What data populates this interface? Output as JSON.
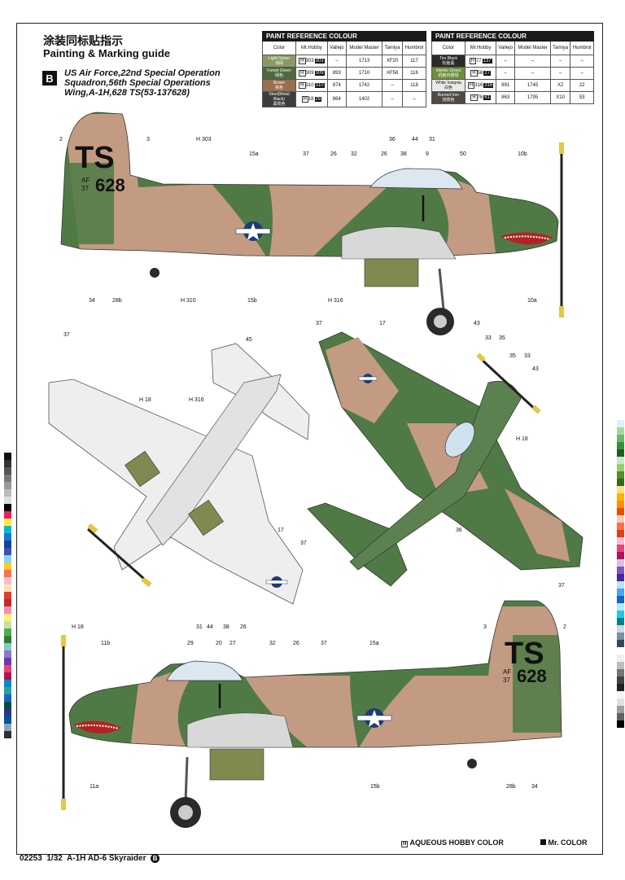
{
  "header": {
    "title_cn": "涂装同标贴指示",
    "title_en": "Painting & Marking guide",
    "scheme_badge": "B",
    "scheme_lines": [
      "US Air Force,22nd Special Operation",
      "Squadron,56th Special Operations",
      "Wing,A-1H,628 TS(53-137628)"
    ]
  },
  "paint_table_left": {
    "caption": "PAINT REFERENCE COLOUR",
    "columns": [
      "Color",
      "Mr.Hobby",
      "Vallejo",
      "Model Master",
      "Tamiya",
      "Humbrol"
    ],
    "rows": [
      {
        "color": "Light Green",
        "color_cn": "浅绿",
        "swatch": "#8a9a63",
        "h": "303",
        "c": "303",
        "vallejo": "–",
        "mm": "1713",
        "tamiya": "XF20",
        "humbrol": "117"
      },
      {
        "color": "Forest Green",
        "color_cn": "绿色",
        "swatch": "#4f6b3e",
        "h": "309",
        "c": "309",
        "vallejo": "893",
        "mm": "1710",
        "tamiya": "XF58",
        "humbrol": "116"
      },
      {
        "color": "Brown",
        "color_cn": "棕色",
        "swatch": "#9a6e4f",
        "h": "310",
        "c": "310",
        "vallejo": "874",
        "mm": "1742",
        "tamiya": "–",
        "humbrol": "118"
      },
      {
        "color": "Steel(Metal Black)",
        "color_cn": "黑铁色",
        "swatch": "#3d3d3d",
        "h": "18",
        "c": "28",
        "vallejo": "864",
        "mm": "1402",
        "tamiya": "–",
        "humbrol": "–"
      }
    ]
  },
  "paint_table_right": {
    "caption": "PAINT REFERENCE COLOUR",
    "columns": [
      "Color",
      "Mr.Hobby",
      "Vallejo",
      "Model Master",
      "Tamiya",
      "Humbrol"
    ],
    "rows": [
      {
        "color": "Tire Black",
        "color_cn": "轮胎黑",
        "swatch": "#2a2a2a",
        "h": "77",
        "c": "137",
        "vallejo": "–",
        "mm": "–",
        "tamiya": "–",
        "humbrol": "–"
      },
      {
        "color": "Interior Green",
        "color_cn": "机舱内部绿",
        "swatch": "#6f8f3c",
        "h": "58",
        "c": "27",
        "vallejo": "–",
        "mm": "–",
        "tamiya": "–",
        "humbrol": "–"
      },
      {
        "color": "White Insignia",
        "color_cn": "白色",
        "swatch": "#e9e9e9",
        "h": "316",
        "c": "316",
        "vallejo": "991",
        "mm": "1745",
        "tamiya": "X2",
        "humbrol": "22"
      },
      {
        "color": "Burned Iron",
        "color_cn": "烧铁色",
        "swatch": "#4f4a44",
        "h": "76",
        "c": "61",
        "vallejo": "863",
        "mm": "1795",
        "tamiya": "X10",
        "humbrol": "53"
      }
    ]
  },
  "callouts": {
    "top": [
      "2",
      "3",
      "H 303",
      "15a",
      "37",
      "26",
      "32",
      "26",
      "38",
      "36",
      "44",
      "31",
      "9",
      "50",
      "10b",
      "34",
      "28b",
      "15b",
      "10a",
      "H 316",
      "H 310"
    ],
    "underside": [
      "37",
      "45",
      "17",
      "37",
      "H 18",
      "H 316"
    ],
    "topview": [
      "37",
      "17",
      "43",
      "33",
      "35",
      "35",
      "33",
      "43",
      "36",
      "37",
      "H 18"
    ],
    "right": [
      "H 18",
      "31",
      "44",
      "38",
      "26",
      "29",
      "20",
      "27",
      "32",
      "26",
      "37",
      "15a",
      "3",
      "2",
      "11b",
      "11a",
      "15b",
      "28b",
      "34"
    ]
  },
  "aircraft_marks": {
    "tail_code": "TS",
    "af": "AF",
    "af_num": "37",
    "serial": "628"
  },
  "footer": {
    "catalog": "02253",
    "scale": "1/32",
    "name": "A-1H AD-6 Skyraider",
    "badge": "B",
    "legend_h": "AQUEOUS HOBBY COLOR",
    "legend_c": "Mr. COLOR"
  },
  "colors": {
    "light_green": "#8a9a63",
    "forest_green": "#4f7a45",
    "tan": "#c39b82",
    "underside": "#eeeeee"
  }
}
